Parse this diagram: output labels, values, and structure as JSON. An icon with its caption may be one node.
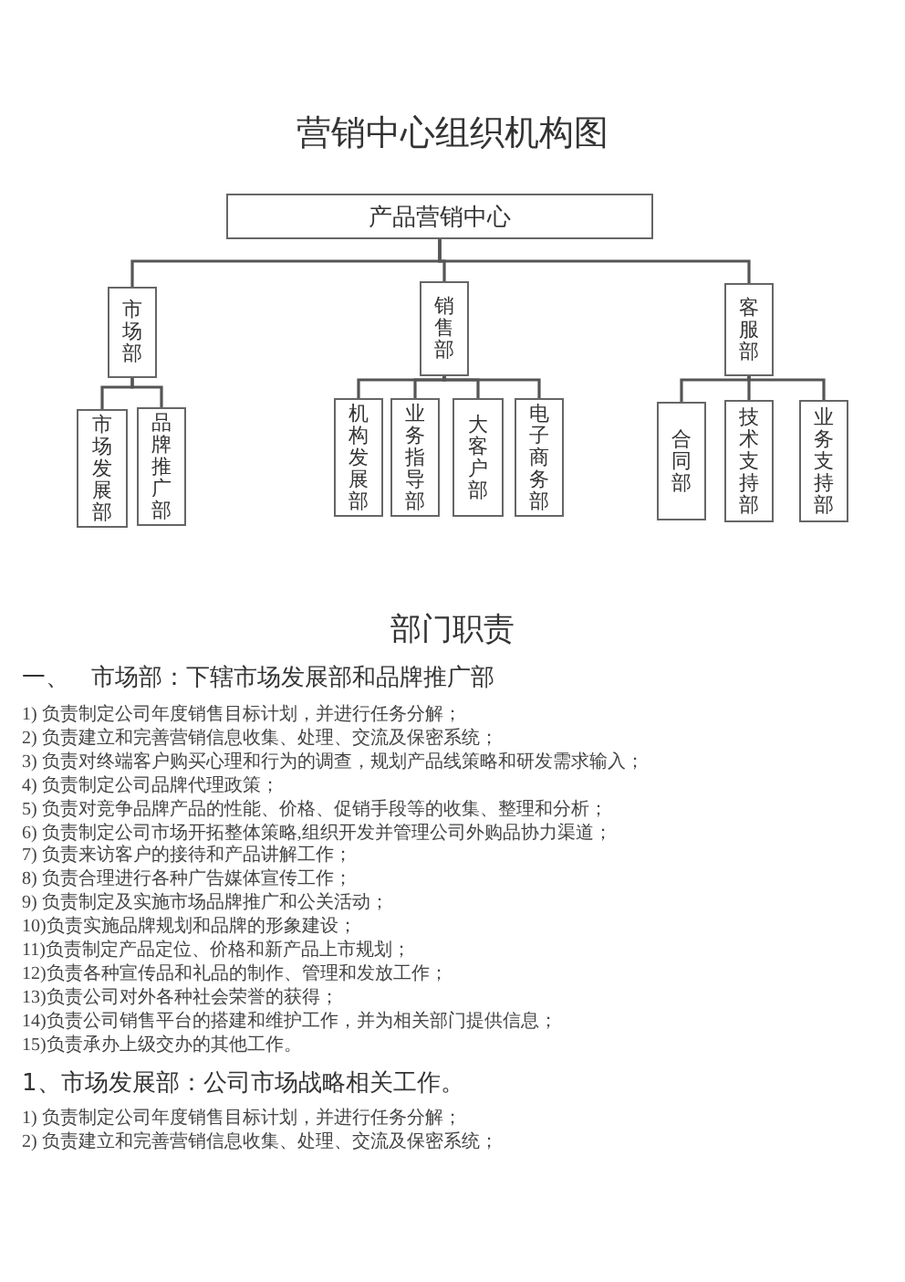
{
  "diagram": {
    "title": "营销中心组织机构图",
    "nodes": [
      {
        "text": [
          "产品营销中心"
        ]
      },
      {
        "text": [
          "市场部"
        ]
      },
      {
        "text": [
          "销售部"
        ]
      },
      {
        "text": [
          "客服部"
        ]
      },
      {
        "text": [
          "市场发展部"
        ]
      },
      {
        "text": [
          "品牌推广部"
        ]
      },
      {
        "text": [
          "机构发展部"
        ]
      },
      {
        "text": [
          "业务指导部"
        ]
      },
      {
        "text": [
          "大客户部"
        ]
      },
      {
        "text": [
          "电子商务部"
        ]
      },
      {
        "text": [
          "合同部"
        ]
      },
      {
        "text": [
          "技术支持部"
        ]
      },
      {
        "text": [
          "业务支持部"
        ]
      }
    ],
    "edges": [
      {
        "from": 0,
        "to": 1,
        "arrow": "none"
      },
      {
        "from": 0,
        "to": 2,
        "arrow": "none"
      },
      {
        "from": 0,
        "to": 3,
        "arrow": "none"
      },
      {
        "from": 1,
        "to": 4,
        "arrow": "none"
      },
      {
        "from": 1,
        "to": 5,
        "arrow": "none"
      },
      {
        "from": 2,
        "to": 6,
        "arrow": "none"
      },
      {
        "from": 2,
        "to": 7,
        "arrow": "none"
      },
      {
        "from": 2,
        "to": 8,
        "arrow": "none"
      },
      {
        "from": 2,
        "to": 9,
        "arrow": "none"
      },
      {
        "from": 3,
        "to": 10,
        "arrow": "none"
      },
      {
        "from": 3,
        "to": 11,
        "arrow": "none"
      },
      {
        "from": 3,
        "to": 12,
        "arrow": "none"
      }
    ],
    "labels": [
      "部门职责",
      "一、 市场部：下辖市场发展部和品牌推广部",
      "1) 负责制定公司年度销售目标计划，并进行任务分解；",
      "2) 负责建立和完善营销信息收集、处理、交流及保密系统；",
      "3) 负责对终端客户购买心理和行为的调查，规划产品线策略和研发需求输入；",
      "4) 负责制定公司品牌代理政策；",
      "5) 负责对竞争品牌产品的性能、价格、促销手段等的收集、整理和分析；",
      "6) 负责制定公司市场开拓整体策略,组织开发并管理公司外购品协力渠道；",
      "7) 负责来访客户的接待和产品讲解工作；",
      "8) 负责合理进行各种广告媒体宣传工作；",
      "9) 负责制定及实施市场品牌推广和公关活动；",
      "10)负责实施品牌规划和品牌的形象建设；",
      "11)负责制定产品定位、价格和新产品上市规划；",
      "12)负责各种宣传品和礼品的制作、管理和发放工作；",
      "13)负责公司对外各种社会荣誉的获得；",
      "14)负责公司销售平台的搭建和维护工作，并为相关部门提供信息；",
      "15)负责承办上级交办的其他工作。",
      "1、市场发展部：公司市场战略相关工作。",
      "1) 负责制定公司年度销售目标计划，并进行任务分解；",
      "2) 负责建立和完善营销信息收集、处理、交流及保密系统；"
    ]
  }
}
